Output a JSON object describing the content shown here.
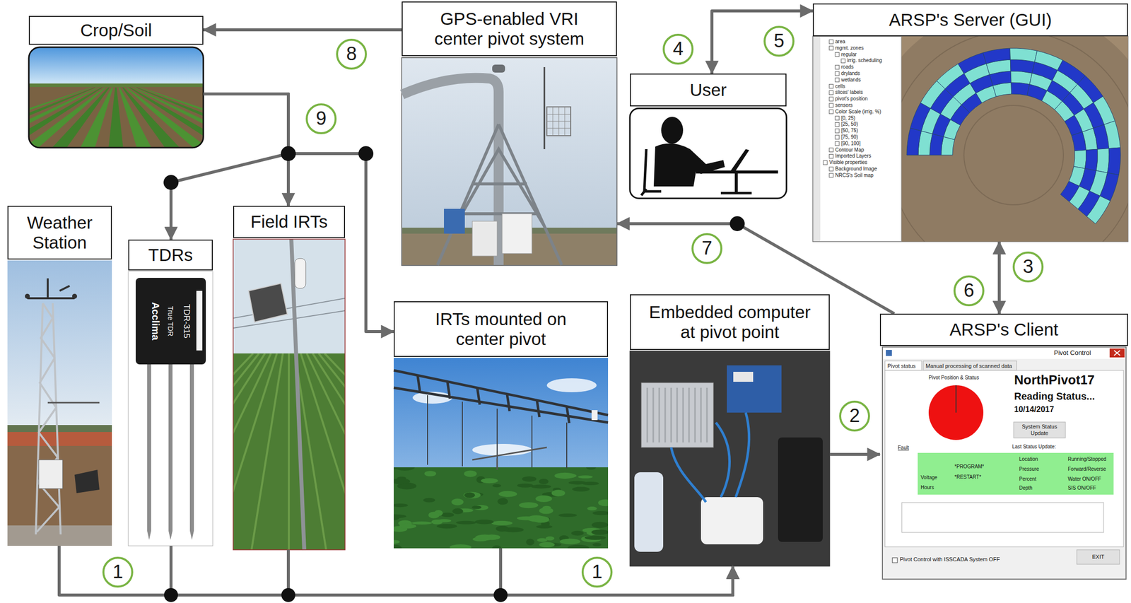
{
  "diagram": {
    "nodes": [
      {
        "text": [
          "Crop/Soil"
        ]
      },
      {
        "text": [
          "GPS-enabled VRI center pivot system"
        ]
      },
      {
        "text": [
          "User"
        ]
      },
      {
        "text": [
          "ARSP's Server (GUI)"
        ]
      },
      {
        "text": [
          "Weather Station"
        ]
      },
      {
        "text": [
          "TDRs"
        ]
      },
      {
        "text": [
          "Field IRTs"
        ]
      },
      {
        "text": [
          "IRTs mounted on center pivot"
        ]
      },
      {
        "text": [
          "Embedded computer at pivot point"
        ]
      },
      {
        "text": [
          "ARSP's Client"
        ]
      }
    ],
    "edges": [
      {
        "from": 1,
        "to": 0,
        "arrow": "to"
      },
      {
        "from": 0,
        "to": 5,
        "arrow": "to"
      },
      {
        "from": 0,
        "to": 6,
        "arrow": "to"
      },
      {
        "from": 0,
        "to": 7,
        "arrow": "to"
      },
      {
        "from": 2,
        "to": 3,
        "arrow": "both"
      },
      {
        "from": 3,
        "to": 9,
        "arrow": "both"
      },
      {
        "from": 9,
        "to": 1,
        "arrow": "to"
      },
      {
        "from": 8,
        "to": 9,
        "arrow": "to"
      },
      {
        "from": 4,
        "to": 8,
        "arrow": "to"
      },
      {
        "from": 5,
        "to": 8,
        "arrow": "to"
      },
      {
        "from": 6,
        "to": 8,
        "arrow": "to"
      },
      {
        "from": 7,
        "to": 8,
        "arrow": "to"
      }
    ],
    "labels": [
      "8",
      "9",
      "4",
      "5",
      "3",
      "6",
      "7",
      "2",
      "1",
      "1",
      "area",
      "mgmt. zones",
      "regular",
      "irrig. scheduling",
      "roads",
      "drylands",
      "wetlands",
      "cells",
      "slices' labels",
      "pivot's position",
      "sensors",
      "Color Scale (irrig. %)",
      "[0, 25)",
      "[25, 50)",
      "[50, 75)",
      "[75, 90)",
      "[90, 100]",
      "Contour Map",
      "Imported Layers",
      "Visible properties",
      "Background Image",
      "NRCS's Soil map",
      "Acclima",
      "True TDR",
      "TDR-315",
      "Pivot Control",
      "Pivot status",
      "Manual processing of scanned data",
      "Pivot Position & Status",
      "NorthPivot17",
      "Reading Status...",
      "10/14/2017",
      "System Status Update",
      "Last Status Update:",
      "Fault",
      "*PROGRAM*",
      "*RESTART*",
      "Voltage",
      "Hours",
      "Location",
      "Pressure",
      "Percent",
      "Depth",
      "Running/Stopped",
      "Forward/Reverse",
      "Water ON/OFF",
      "SIS ON/OFF",
      "Pivot Control with ISSCADA System OFF",
      "EXIT"
    ]
  }
}
